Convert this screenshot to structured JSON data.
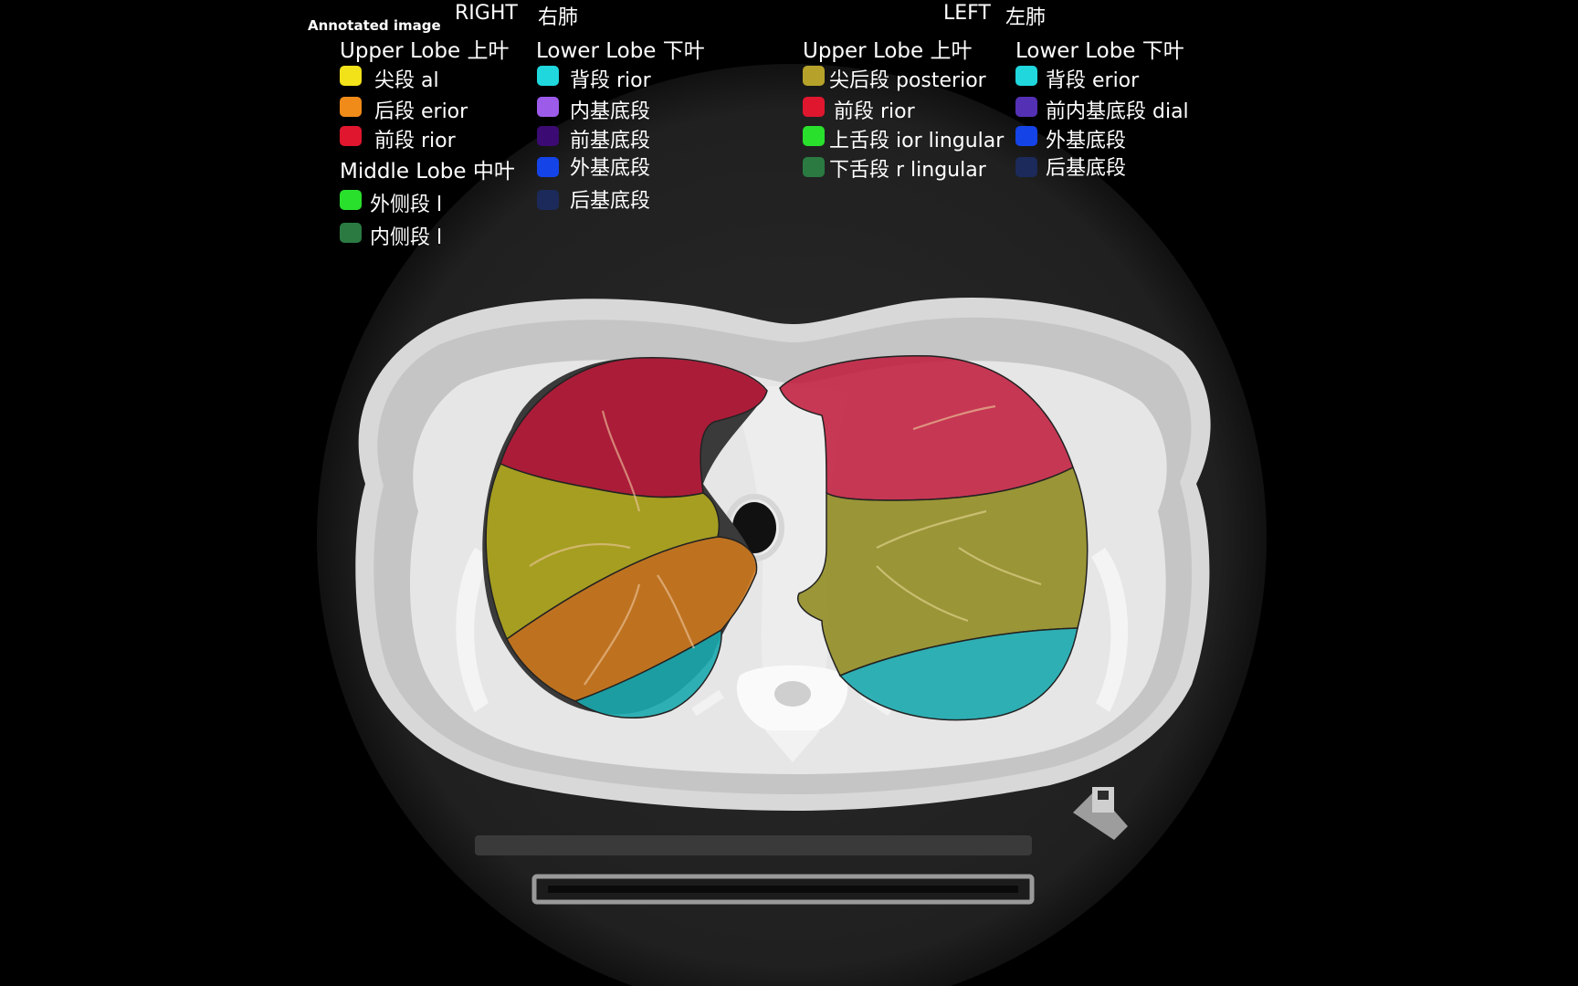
{
  "caption": "Annotated image",
  "right": {
    "title_en": "RIGHT",
    "title_zh": "右肺",
    "upper_lobe": {
      "label": "Upper Lobe 上叶",
      "segments": [
        {
          "label": "尖段 al",
          "color": "#f2e21a"
        },
        {
          "label": "后段 erior",
          "color": "#f08a18"
        },
        {
          "label": "前段 rior",
          "color": "#e0162f"
        }
      ]
    },
    "middle_lobe": {
      "label": "Middle Lobe 中叶",
      "segments": [
        {
          "label": "外侧段 l",
          "color": "#29e02c"
        },
        {
          "label": "内侧段 l",
          "color": "#2a7a42"
        }
      ]
    },
    "lower_lobe": {
      "label": "Lower Lobe 下叶",
      "segments": [
        {
          "label": "背段 rior",
          "color": "#1fd7dd"
        },
        {
          "label": "内基底段",
          "color": "#9d5bea"
        },
        {
          "label": "前基底段",
          "color": "#3b0a72"
        },
        {
          "label": "外基底段",
          "color": "#1443e8"
        },
        {
          "label": "后基底段",
          "color": "#1b2a5a"
        }
      ]
    }
  },
  "left": {
    "title_en": "LEFT",
    "title_zh": "左肺",
    "upper_lobe": {
      "label": "Upper Lobe 上叶",
      "segments": [
        {
          "label": "尖后段 posterior",
          "color": "#b6a22a"
        },
        {
          "label": "前段 rior",
          "color": "#e0162f"
        },
        {
          "label": "上舌段 ior lingular",
          "color": "#29e02c"
        },
        {
          "label": "下舌段 r lingular",
          "color": "#2a7a42"
        }
      ]
    },
    "lower_lobe": {
      "label": "Lower Lobe 下叶",
      "segments": [
        {
          "label": "背段 erior",
          "color": "#1fd7dd"
        },
        {
          "label": "前内基底段 dial",
          "color": "#5430b4"
        },
        {
          "label": "外基底段",
          "color": "#1443e8"
        },
        {
          "label": "后基底段",
          "color": "#1b2a5a"
        }
      ]
    }
  },
  "overlay_colors": {
    "anterior": "#c0183a",
    "apical": "#b9b01d",
    "posterior": "#d07a1c",
    "superior_lower": "#19a9ae"
  }
}
